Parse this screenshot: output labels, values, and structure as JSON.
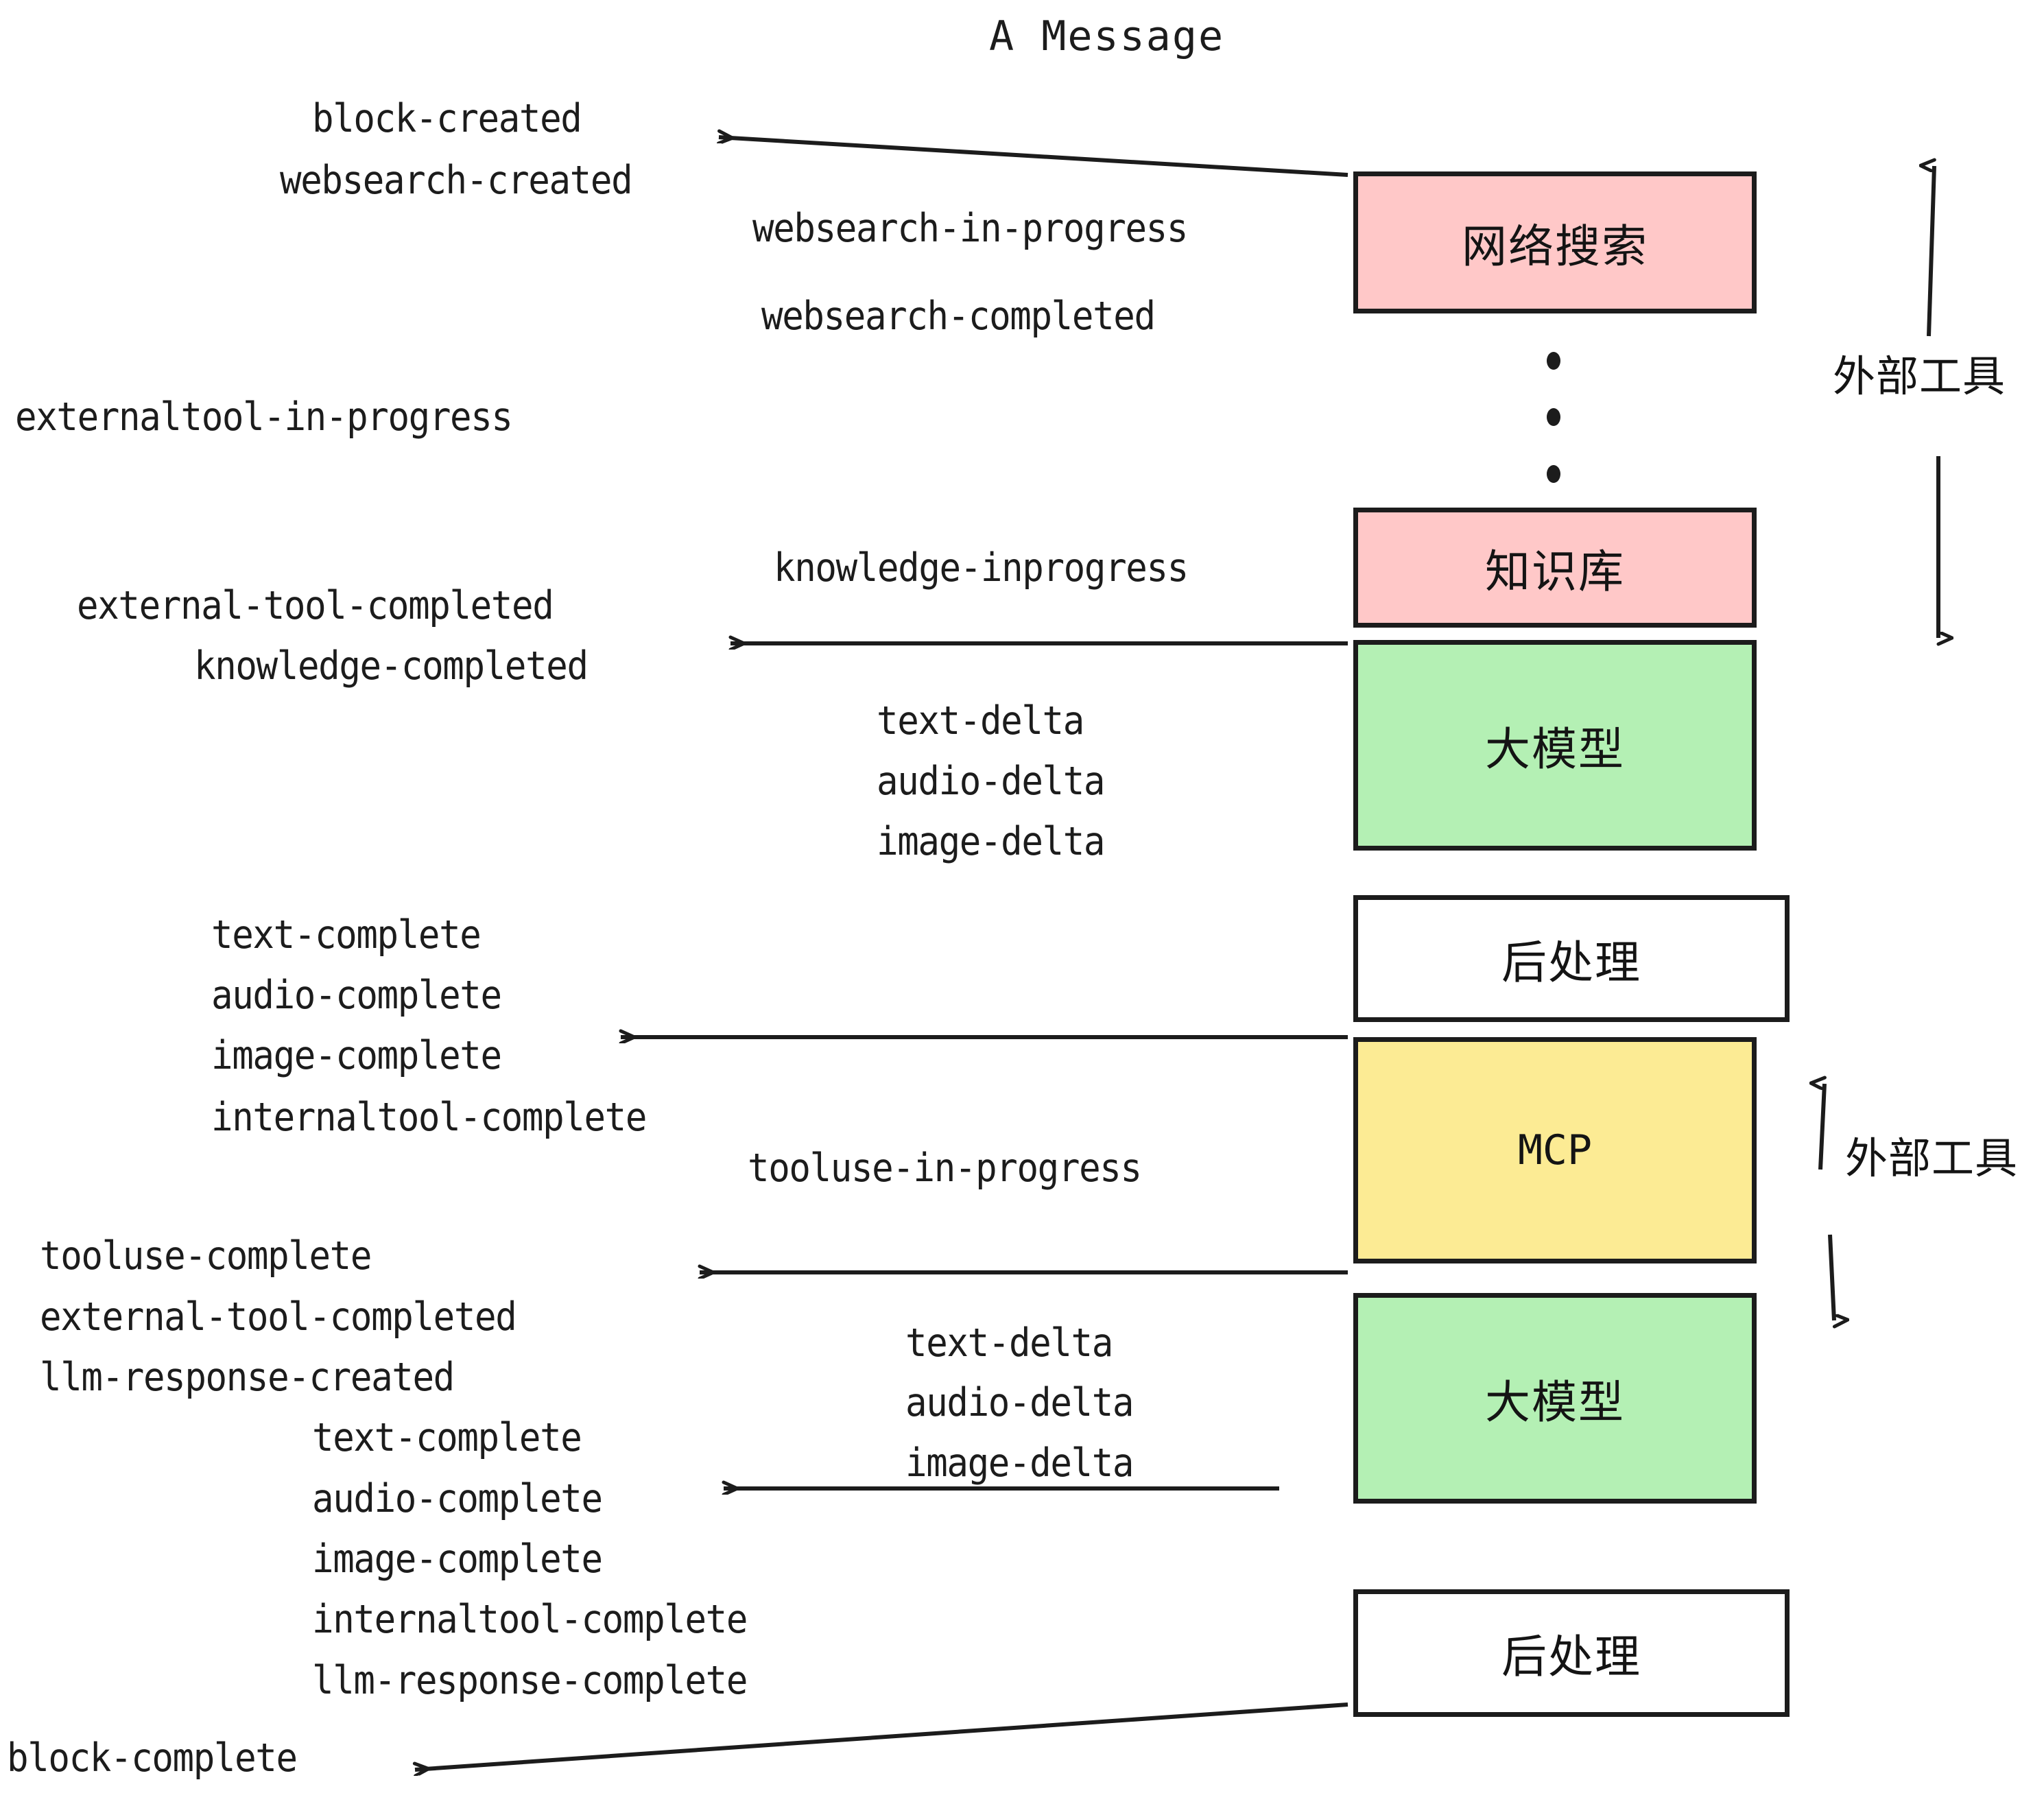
{
  "diagram": {
    "title": "A Message",
    "colors": {
      "external_tool_fill": "#FFC8C8",
      "llm_fill": "#B4F0B4",
      "mcp_fill": "#FCEB94",
      "postprocess_fill": "#FFFFFF",
      "stroke": "#1C1C1C"
    },
    "nodes": [
      {
        "id": "websearch",
        "label": "网络搜索",
        "fill": "#FFC8C8",
        "kind": "external-tool"
      },
      {
        "id": "knowledge",
        "label": "知识库",
        "fill": "#FFC8C8",
        "kind": "external-tool"
      },
      {
        "id": "llm-1",
        "label": "大模型",
        "fill": "#B4F0B4",
        "kind": "llm"
      },
      {
        "id": "postprocess-1",
        "label": "后处理",
        "fill": "#FFFFFF",
        "kind": "post-process"
      },
      {
        "id": "mcp",
        "label": "MCP",
        "fill": "#FCEB94",
        "kind": "external-tool"
      },
      {
        "id": "llm-2",
        "label": "大模型",
        "fill": "#B4F0B4",
        "kind": "llm"
      },
      {
        "id": "postprocess-2",
        "label": "后处理",
        "fill": "#FFFFFF",
        "kind": "post-process"
      }
    ],
    "side_annotations": [
      {
        "id": "external-tool-top",
        "label": "外部工具"
      },
      {
        "id": "external-tool-bottom",
        "label": "外部工具"
      }
    ],
    "events": [
      {
        "id": "e01",
        "text": "block-created"
      },
      {
        "id": "e02",
        "text": "websearch-created"
      },
      {
        "id": "e03",
        "text": "websearch-in-progress"
      },
      {
        "id": "e04",
        "text": "websearch-completed"
      },
      {
        "id": "e05",
        "text": "externaltool-in-progress"
      },
      {
        "id": "e06",
        "text": "knowledge-inprogress"
      },
      {
        "id": "e07",
        "text": "external-tool-completed"
      },
      {
        "id": "e08",
        "text": "knowledge-completed"
      },
      {
        "id": "e09",
        "text": "text-delta"
      },
      {
        "id": "e10",
        "text": "audio-delta"
      },
      {
        "id": "e11",
        "text": "image-delta"
      },
      {
        "id": "e12",
        "text": "text-complete"
      },
      {
        "id": "e13",
        "text": "audio-complete"
      },
      {
        "id": "e14",
        "text": "image-complete"
      },
      {
        "id": "e15",
        "text": "internaltool-complete"
      },
      {
        "id": "e16",
        "text": "tooluse-in-progress"
      },
      {
        "id": "e17",
        "text": "tooluse-complete"
      },
      {
        "id": "e18",
        "text": "external-tool-completed"
      },
      {
        "id": "e19",
        "text": "llm-response-created"
      },
      {
        "id": "e20",
        "text": "text-delta"
      },
      {
        "id": "e21",
        "text": "audio-delta"
      },
      {
        "id": "e22",
        "text": "image-delta"
      },
      {
        "id": "e23",
        "text": "text-complete"
      },
      {
        "id": "e24",
        "text": "audio-complete"
      },
      {
        "id": "e25",
        "text": "image-complete"
      },
      {
        "id": "e26",
        "text": "internaltool-complete"
      },
      {
        "id": "e27",
        "text": "llm-response-complete"
      },
      {
        "id": "e28",
        "text": "block-complete"
      }
    ],
    "ellipsis_dots": 3
  }
}
